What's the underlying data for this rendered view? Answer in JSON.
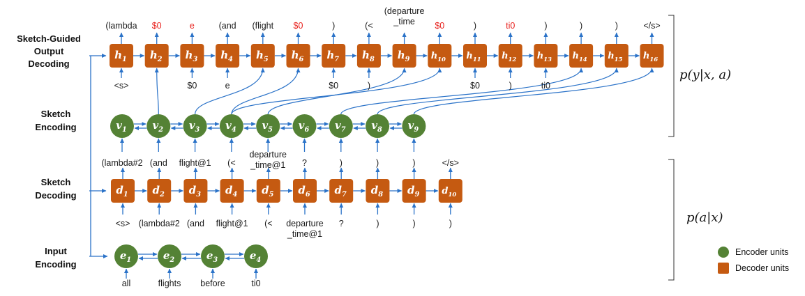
{
  "colors": {
    "encoder": "#548235",
    "decoder": "#c55a11",
    "arrow": "#2a72c8",
    "highlight_text": "#e8201c"
  },
  "row_labels": {
    "output": [
      "Sketch-Guided",
      "Output",
      "Decoding"
    ],
    "sketch_enc": [
      "Sketch",
      "Encoding"
    ],
    "sketch_dec": [
      "Sketch",
      "Decoding"
    ],
    "input": [
      "Input",
      "Encoding"
    ]
  },
  "output_decoding": {
    "units": [
      "h",
      "h",
      "h",
      "h",
      "h",
      "h",
      "h",
      "h",
      "h",
      "h",
      "h",
      "h",
      "h",
      "h",
      "h",
      "h"
    ],
    "subscripts": [
      "1",
      "2",
      "3",
      "4",
      "5",
      "6",
      "7",
      "8",
      "9",
      "10",
      "11",
      "12",
      "13",
      "14",
      "15",
      "16"
    ],
    "outputs": [
      {
        "text": "(lambda",
        "highlight": false
      },
      {
        "text": "$0",
        "highlight": true
      },
      {
        "text": "e",
        "highlight": true
      },
      {
        "text": "(and",
        "highlight": false
      },
      {
        "text": "(flight",
        "highlight": false
      },
      {
        "text": "$0",
        "highlight": true
      },
      {
        "text": ")",
        "highlight": false
      },
      {
        "text": "(<",
        "highlight": false
      },
      {
        "text": "(departure\n_time",
        "highlight": false
      },
      {
        "text": "$0",
        "highlight": true
      },
      {
        "text": ")",
        "highlight": false
      },
      {
        "text": "ti0",
        "highlight": true
      },
      {
        "text": ")",
        "highlight": false
      },
      {
        "text": ")",
        "highlight": false
      },
      {
        "text": ")",
        "highlight": false
      },
      {
        "text": "</s>",
        "highlight": false
      }
    ],
    "inputs": [
      "<s>",
      "",
      "$0",
      "e",
      "",
      "",
      "$0",
      ")",
      "",
      "",
      "$0",
      ")",
      "ti0",
      "",
      "",
      ""
    ]
  },
  "sketch_encoding": {
    "units": [
      "v",
      "v",
      "v",
      "v",
      "v",
      "v",
      "v",
      "v",
      "v"
    ],
    "subscripts": [
      "1",
      "2",
      "3",
      "4",
      "5",
      "6",
      "7",
      "8",
      "9"
    ],
    "inputs": [
      "(lambda#2",
      "(and",
      "flight@1",
      "(<",
      "departure\n_time@1",
      "?",
      ")",
      ")",
      ")"
    ],
    "links_to_output": [
      {
        "from": "2",
        "to": "2"
      },
      {
        "from": "3",
        "to": "5"
      },
      {
        "from": "4",
        "to": "6"
      },
      {
        "from": "5",
        "to": "9"
      },
      {
        "from": "4",
        "to": "10"
      },
      {
        "from": "7",
        "to": "14"
      },
      {
        "from": "8",
        "to": "15"
      },
      {
        "from": "9",
        "to": "16"
      }
    ]
  },
  "sketch_decoding": {
    "units": [
      "d",
      "d",
      "d",
      "d",
      "d",
      "d",
      "d",
      "d",
      "d",
      "d"
    ],
    "subscripts": [
      "1",
      "2",
      "3",
      "4",
      "5",
      "6",
      "7",
      "8",
      "9",
      "10"
    ],
    "outputs": [
      "",
      "",
      "",
      "",
      "",
      "",
      "",
      "",
      "",
      "</s>"
    ],
    "inputs": [
      "<s>",
      "(lambda#2",
      "(and",
      "flight@1",
      "(<",
      "departure\n_time@1",
      "?",
      ")",
      ")",
      ")"
    ]
  },
  "input_encoding": {
    "units": [
      "e",
      "e",
      "e",
      "e"
    ],
    "subscripts": [
      "1",
      "2",
      "3",
      "4"
    ],
    "inputs": [
      "all",
      "flights",
      "before",
      "ti0"
    ]
  },
  "probabilities": {
    "top": "p(y|x, a)",
    "bottom": "p(a|x)"
  },
  "legend": {
    "encoder": "Encoder units",
    "decoder": "Decoder units"
  }
}
